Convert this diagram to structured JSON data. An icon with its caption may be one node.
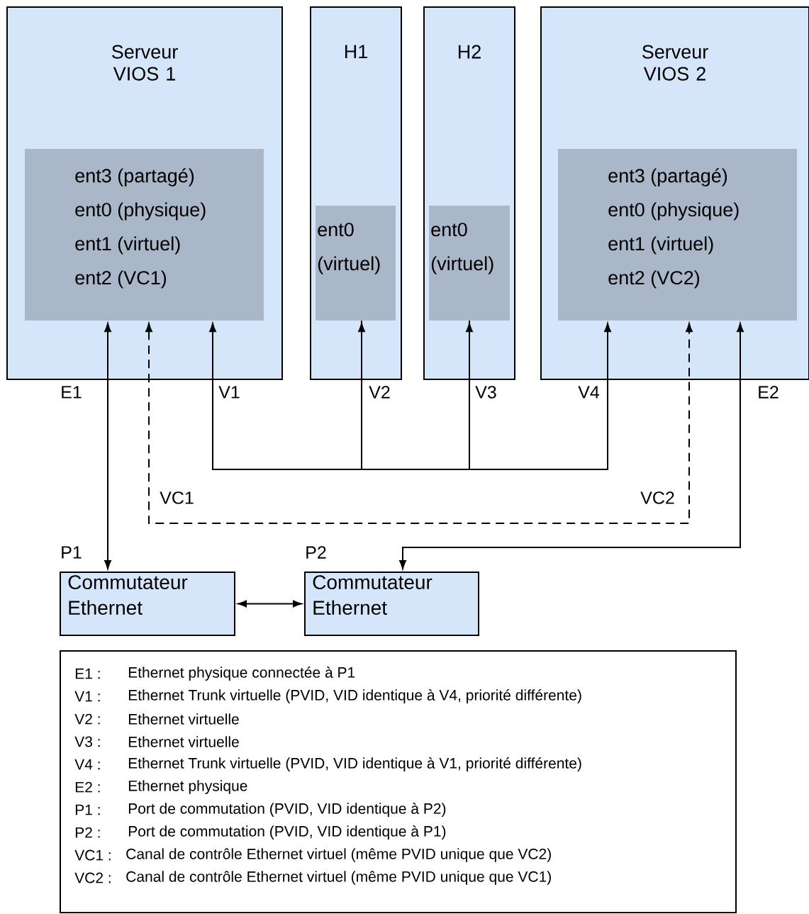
{
  "diagram": {
    "nodes": [
      {
        "text": [
          "Serveur VIOS 1"
        ]
      },
      {
        "text": [
          "ent3 (partagé)",
          "ent0 (physique)",
          "ent1 (virtuel)",
          "ent2 (VC1)"
        ],
        "in": 0
      },
      {
        "text": [
          "H1"
        ]
      },
      {
        "text": [
          "ent0 (virtuel)"
        ],
        "in": 2
      },
      {
        "text": [
          "H2"
        ]
      },
      {
        "text": [
          "ent0 (virtuel)"
        ],
        "in": 4
      },
      {
        "text": [
          "Serveur VIOS 2"
        ]
      },
      {
        "text": [
          "ent3 (partagé)",
          "ent0 (physique)",
          "ent1 (virtuel)",
          "ent2 (VC2)"
        ],
        "in": 6
      },
      {
        "text": [
          "Commutateur Ethernet"
        ],
        "beside": [
          "P1"
        ]
      },
      {
        "text": [
          "Commutateur Ethernet"
        ],
        "beside": [
          "P2"
        ]
      },
      {
        "text": [
          "E1 :",
          "Ethernet physique connectée à P1",
          "V1 :",
          "Ethernet Trunk virtuelle (PVID, VID identique à V4, priorité différente)",
          "V2 :",
          "Ethernet virtuelle",
          "V3 :",
          "Ethernet virtuelle",
          "V4 :",
          "Ethernet Trunk virtuelle (PVID, VID identique à V1, priorité différente)",
          "E2 :",
          "Ethernet physique",
          "P1 :",
          "Port de commutation (PVID, VID identique à P2)",
          "P2 :",
          "Port de commutation (PVID, VID identique à P1)",
          "VC1 :",
          "Canal de contrôle Ethernet virtuel (même PVID unique que VC2)",
          "VC2 :",
          "Canal de contrôle Ethernet virtuel (même PVID unique que VC1)"
        ]
      }
    ],
    "edges": [
      {
        "from": 1,
        "to": 8,
        "arrow": "both"
      },
      {
        "from": 1,
        "to": 7,
        "arrow": "both",
        "style": "dashed"
      },
      {
        "from": 1,
        "to": 3,
        "arrow": "both"
      },
      {
        "from": 3,
        "to": 5,
        "arrow": "to"
      },
      {
        "from": 5,
        "to": 7,
        "arrow": "to"
      },
      {
        "from": 7,
        "to": 9,
        "arrow": "both"
      },
      {
        "from": 8,
        "to": 9,
        "arrow": "both"
      }
    ],
    "labels": [
      "E1",
      "V1",
      "V2",
      "V3",
      "V4",
      "E2",
      "VC1",
      "VC2"
    ]
  }
}
